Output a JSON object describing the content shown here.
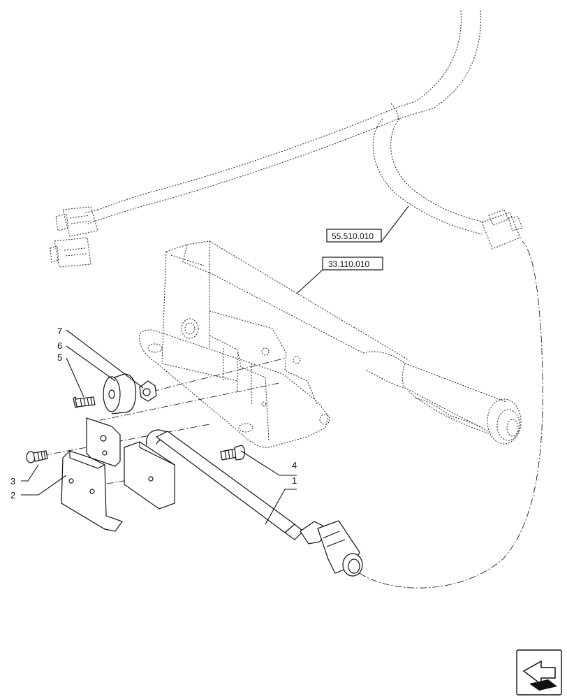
{
  "references": [
    {
      "id": "ref-55",
      "text": "55.510.010"
    },
    {
      "id": "ref-33",
      "text": "33.110.010"
    }
  ],
  "callouts": [
    "1",
    "2",
    "3",
    "4",
    "5",
    "6",
    "7"
  ],
  "nav_icon": "arrow-nav-icon"
}
